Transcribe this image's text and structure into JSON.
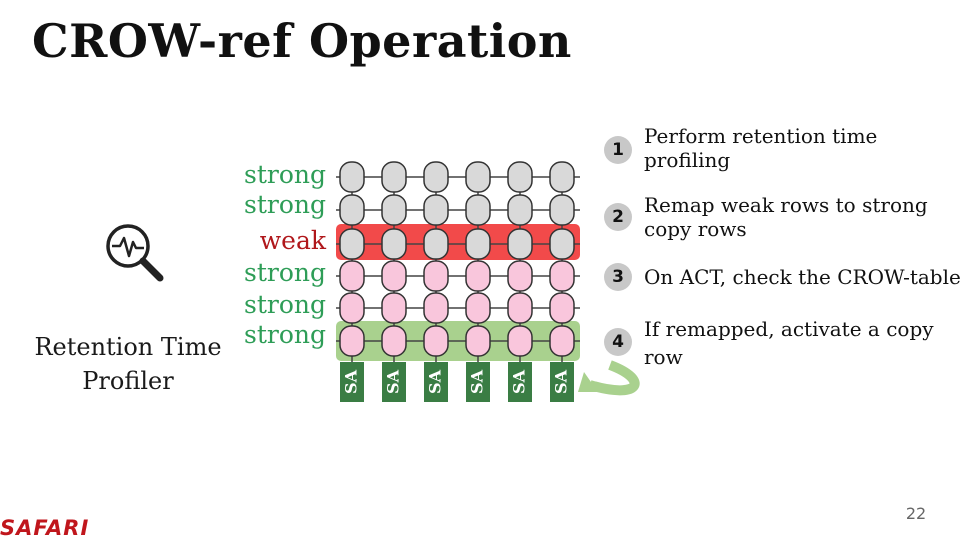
{
  "slide": {
    "title": "CROW-ref Operation",
    "profiler_label_line1": "Retention Time",
    "profiler_label_line2": "Profiler",
    "profiler_icon": "magnifier-heartbeat-icon",
    "page_number": "22",
    "footer_logo": "SAFARI"
  },
  "rows": [
    {
      "label": "strong",
      "kind": "strong",
      "highlight": "none"
    },
    {
      "label": "strong",
      "kind": "strong",
      "highlight": "none"
    },
    {
      "label": "weak",
      "kind": "weak",
      "highlight": "red"
    },
    {
      "label": "strong",
      "kind": "strong",
      "highlight": "none"
    },
    {
      "label": "strong",
      "kind": "strong",
      "highlight": "none"
    },
    {
      "label": "strong",
      "kind": "strong",
      "highlight": "green"
    }
  ],
  "sense_amps": [
    "SA",
    "SA",
    "SA",
    "SA",
    "SA",
    "SA"
  ],
  "steps": [
    {
      "number": "1",
      "text": "Perform retention time profiling"
    },
    {
      "number": "2",
      "text": "Remap weak rows to strong copy rows"
    },
    {
      "number": "3",
      "text": "On ACT, check the CROW-table"
    },
    {
      "number": "4",
      "text": "If remapped, activate a copy row"
    }
  ],
  "colors": {
    "strong_text": "#2e9d57",
    "weak_text": "#b0171b",
    "weak_row_fill": "#f24a4a",
    "copy_row_fill": "#a9d18e",
    "regular_cell": "#d9d9d9",
    "copy_cell": "#f9c6dc",
    "sense_amp": "#3a7d44",
    "step_circle": "#c8c8c8",
    "logo": "#c0161c"
  }
}
